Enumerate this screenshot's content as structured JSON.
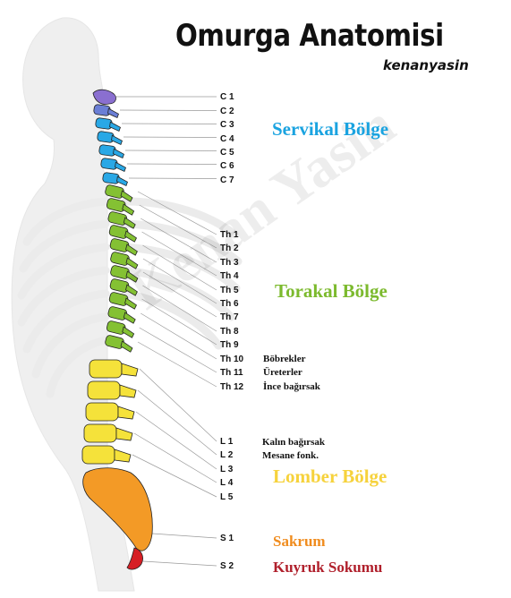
{
  "header": {
    "title": "Omurga Anatomisi",
    "author": "kenanyasin"
  },
  "watermark": "Kenan Yasin",
  "levels": {
    "cervical": [
      "C 1",
      "C 2",
      "C 3",
      "C 4",
      "C 5",
      "C 6",
      "C 7"
    ],
    "thoracic": [
      "Th 1",
      "Th 2",
      "Th 3",
      "Th 4",
      "Th 5",
      "Th 6",
      "Th 7",
      "Th 8",
      "Th 9",
      "Th 10",
      "Th 11",
      "Th 12"
    ],
    "lumbar": [
      "L 1",
      "L 2",
      "L 3",
      "L 4",
      "L 5"
    ],
    "sacral": [
      "S 1",
      "S 2"
    ]
  },
  "organs": {
    "th10": "Böbrekler",
    "th11": "Üreterler",
    "th12": "İnce bağırsak",
    "l1": "Kalın bağırsak",
    "l2": "Mesane fonk."
  },
  "regions": {
    "cervical": {
      "label": "Servikal Bölge",
      "color": "#1aa3e0"
    },
    "thoracic": {
      "label": "Torakal Bölge",
      "color": "#7cba2e"
    },
    "lumbar": {
      "label": "Lomber Bölge",
      "color": "#f6d23c"
    },
    "sacrum": {
      "label": "Sakrum",
      "color": "#f08c1e"
    },
    "coccyx": {
      "label": "Kuyruk Sokumu",
      "color": "#b0202c"
    }
  },
  "colors": {
    "top_vertebra": "#8a6fd0",
    "cervical": "#29a8e6",
    "thoracic": "#84c133",
    "lumbar": "#f5e23a",
    "sacrum": "#f39a26",
    "coccyx": "#d61f25"
  }
}
